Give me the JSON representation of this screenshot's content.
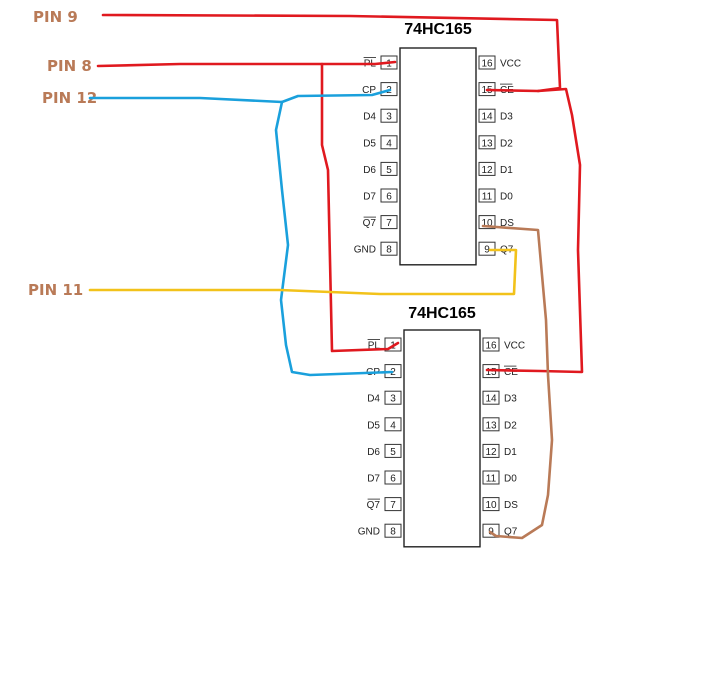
{
  "colors": {
    "red": "#e0191f",
    "blue": "#1aa0dc",
    "yellow": "#f2c21a",
    "brown": "#b97a57"
  },
  "labels": {
    "pin9": "PIN 9",
    "pin8": "PIN 8",
    "pin12": "PIN 12",
    "pin11": "PIN 11"
  },
  "chips": [
    {
      "title": "74HC165",
      "left_pins": [
        {
          "num": "1",
          "label": "PL",
          "overbar": true
        },
        {
          "num": "2",
          "label": "CP",
          "overbar": false
        },
        {
          "num": "3",
          "label": "D4",
          "overbar": false
        },
        {
          "num": "4",
          "label": "D5",
          "overbar": false
        },
        {
          "num": "5",
          "label": "D6",
          "overbar": false
        },
        {
          "num": "6",
          "label": "D7",
          "overbar": false
        },
        {
          "num": "7",
          "label": "Q7",
          "overbar": true
        },
        {
          "num": "8",
          "label": "GND",
          "overbar": false
        }
      ],
      "right_pins": [
        {
          "num": "16",
          "label": "VCC",
          "overbar": false
        },
        {
          "num": "15",
          "label": "CE",
          "overbar": true
        },
        {
          "num": "14",
          "label": "D3",
          "overbar": false
        },
        {
          "num": "13",
          "label": "D2",
          "overbar": false
        },
        {
          "num": "12",
          "label": "D1",
          "overbar": false
        },
        {
          "num": "11",
          "label": "D0",
          "overbar": false
        },
        {
          "num": "10",
          "label": "DS",
          "overbar": false
        },
        {
          "num": "9",
          "label": "Q7",
          "overbar": false
        }
      ]
    },
    {
      "title": "74HC165",
      "left_pins": [
        {
          "num": "1",
          "label": "PL",
          "overbar": true
        },
        {
          "num": "2",
          "label": "CP",
          "overbar": false
        },
        {
          "num": "3",
          "label": "D4",
          "overbar": false
        },
        {
          "num": "4",
          "label": "D5",
          "overbar": false
        },
        {
          "num": "5",
          "label": "D6",
          "overbar": false
        },
        {
          "num": "6",
          "label": "D7",
          "overbar": false
        },
        {
          "num": "7",
          "label": "Q7",
          "overbar": true
        },
        {
          "num": "8",
          "label": "GND",
          "overbar": false
        }
      ],
      "right_pins": [
        {
          "num": "16",
          "label": "VCC",
          "overbar": false
        },
        {
          "num": "15",
          "label": "CE",
          "overbar": true
        },
        {
          "num": "14",
          "label": "D3",
          "overbar": false
        },
        {
          "num": "13",
          "label": "D2",
          "overbar": false
        },
        {
          "num": "12",
          "label": "D1",
          "overbar": false
        },
        {
          "num": "11",
          "label": "D0",
          "overbar": false
        },
        {
          "num": "10",
          "label": "DS",
          "overbar": false
        },
        {
          "num": "9",
          "label": "Q7",
          "overbar": false
        }
      ]
    }
  ]
}
